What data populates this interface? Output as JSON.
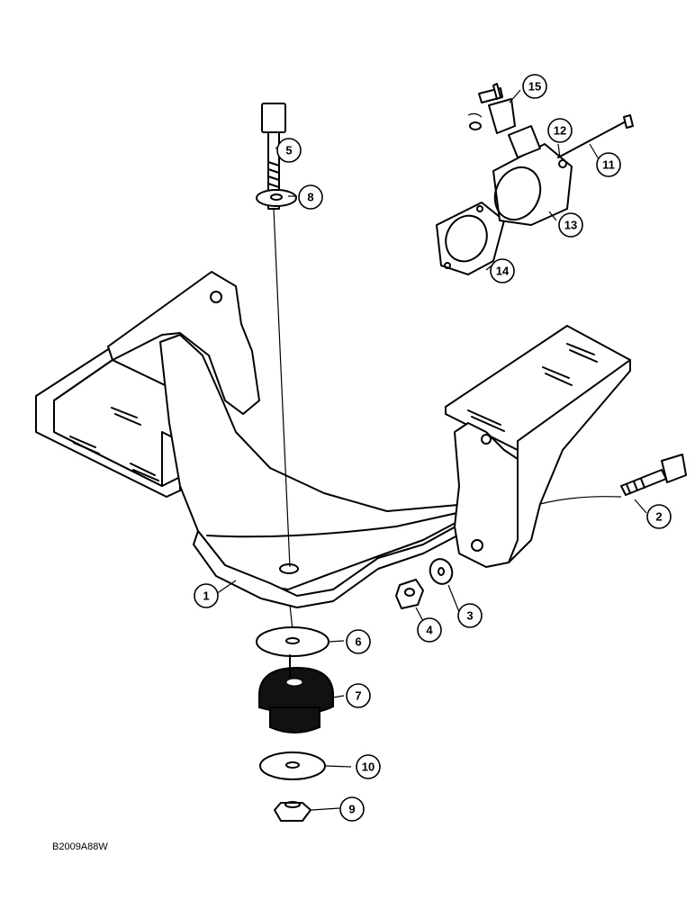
{
  "figure_code": "B2009A88W",
  "callouts": [
    "1",
    "2",
    "3",
    "4",
    "5",
    "6",
    "7",
    "8",
    "9",
    "10",
    "11",
    "12",
    "13",
    "14",
    "15"
  ],
  "colors": {
    "ink": "#000000",
    "paper": "#ffffff"
  }
}
